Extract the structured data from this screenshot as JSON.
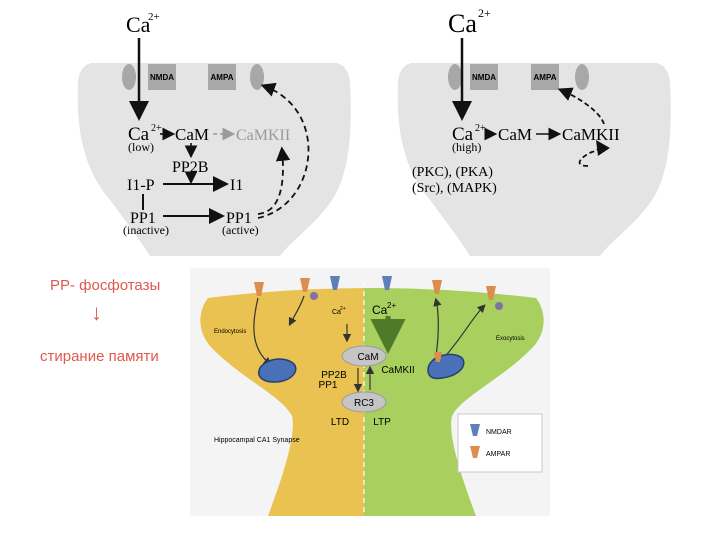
{
  "top_left": {
    "ca_top": "Ca",
    "ca_top_sup": "2+",
    "receptor_1": "NMDA",
    "receptor_2": "AMPA",
    "ca": "Ca",
    "ca_sup": "2+",
    "ca_sub": "(low)",
    "cam": "CaM",
    "camkii": "CaMKII",
    "pp2b": "PP2B",
    "i1p": "I1-P",
    "i1": "I1",
    "pp1_left": "PP1",
    "pp1_left_sub": "(inactive)",
    "pp1_right": "PP1",
    "pp1_right_sub": "(active)"
  },
  "top_right": {
    "ca_top": "Ca",
    "ca_top_sup": "2+",
    "receptor_1": "NMDA",
    "receptor_2": "AMPA",
    "ca": "Ca",
    "ca_sup": "2+",
    "ca_sub": "(high)",
    "cam": "CaM",
    "camkii": "CaMKII",
    "kinases_line1": "(PKC), (PKA)",
    "kinases_line2": "(Src), (MAPK)"
  },
  "annotation": {
    "line1": "PP- фосфотазы",
    "arrow": "↓",
    "line2": "стирание памяти"
  },
  "synapse": {
    "ca_left": "Ca",
    "ca_left_sup": "2+",
    "ca_right": "Ca",
    "ca_right_sup": "2+",
    "endocytosis": "Endocytosis",
    "exocytosis": "Exocytosis",
    "cam": "CaM",
    "rc3": "RC3",
    "pp2b": "PP2B",
    "pp1": "PP1",
    "camkii": "CaMKII",
    "ltd": "LTD",
    "ltp": "LTP",
    "caption": "Hippocampal CA1 Synapse",
    "legend": {
      "nmdar": "NMDAR",
      "ampar": "AMPAR"
    }
  },
  "colors": {
    "spine_gray": "#e4e4e4",
    "receptor_gray": "#a8a8a8",
    "ltd_yellow": "#e9c251",
    "ltp_green": "#a9cf5f",
    "annotation_red": "#e0584e",
    "nmdar_blue": "#5f7fb8",
    "ampar_orange": "#dd8e4f"
  }
}
